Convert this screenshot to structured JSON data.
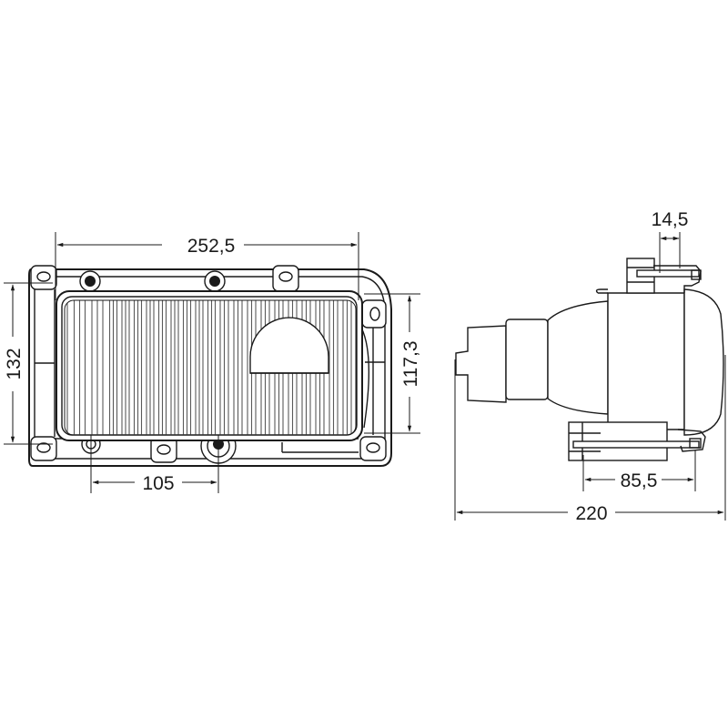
{
  "drawing": {
    "title": "Headlamp technical dimension drawing",
    "line_color": "#1a1a1a",
    "background": "#ffffff",
    "views": [
      {
        "id": "front-view",
        "description": "Front view of rectangular headlamp with ribbed lens and semicircular window",
        "dimensions": {
          "overall_width": "252,5",
          "overall_height": "132",
          "lens_height": "117,3",
          "mount_spacing": "105"
        }
      },
      {
        "id": "side-view",
        "description": "Side profile of headlamp housing with connector and mounting brackets",
        "dimensions": {
          "overall_depth": "220",
          "bracket_depth": "85,5",
          "bracket_thickness": "14,5"
        }
      }
    ]
  }
}
